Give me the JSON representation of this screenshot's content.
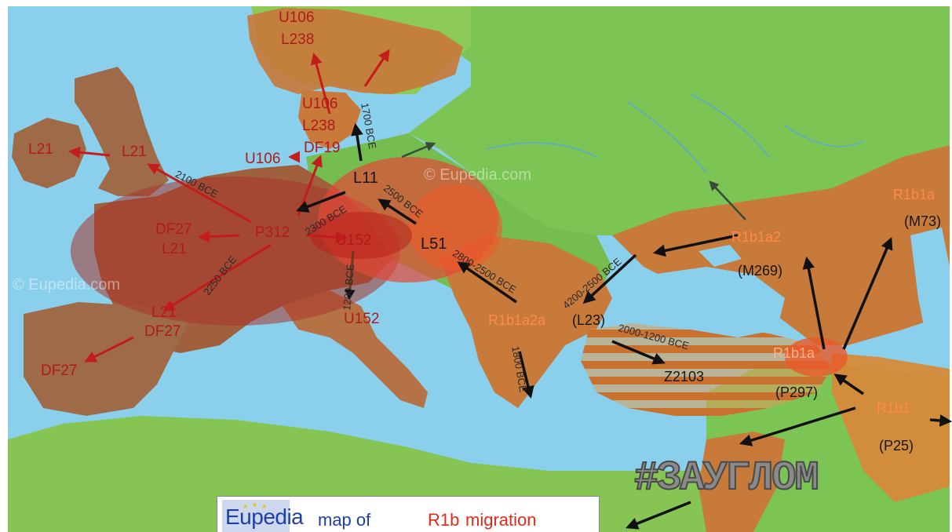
{
  "title": "map of R1b migration",
  "brand": "Eupedia",
  "title_parts": {
    "map_of": "map of",
    "r1b": "R1b",
    "migration": "migration"
  },
  "watermark": "#ЗАУГЛОМ",
  "map_watermark": "© Eupedia.com",
  "labels": {
    "u106_north": "U106",
    "l238_north": "L238",
    "u106_mid": "U106",
    "l238_mid": "L238",
    "df19": "DF19",
    "u106_west": "U106",
    "l21_ireland": "L21",
    "l21_britain": "L21",
    "l11": "L11",
    "p312": "P312",
    "u152_alps": "U152",
    "df27_france": "DF27",
    "l21_france": "L21",
    "l21_spain": "L21",
    "df27_spain_n": "DF27",
    "df27_spain": "DF27",
    "u152_italy": "U152",
    "l51": "L51",
    "r1b1a2a": "R1b1a2a",
    "l23": "(L23)",
    "z2103": "Z2103",
    "r1b1a2": "R1b1a2",
    "m269": "(M269)",
    "r1b1a": "R1b1a",
    "m73": "(M73)",
    "r1b1a_anatolia": "R1b1a",
    "p297": "(P297)",
    "r1b1": "R1b1",
    "p25": "(P25)"
  },
  "dates": {
    "d1700": "1700 BCE",
    "d2100": "2100 BCE",
    "d2300": "2300 BCE",
    "d2500": "2500 BCE",
    "d2250": "2250 BCE",
    "d1200": "1200 BCE",
    "d2800": "2800-2500 BCE",
    "d4200": "4200-2500 BCE",
    "d2000": "2000-1200 BCE",
    "d1800": "1800 BCE"
  },
  "colors": {
    "sea": "#8ad0ec",
    "land": "#6fbf4a",
    "r1b_area": "#c77a3a",
    "core_red": "#d84a3a",
    "arrow_red": "#c41c1c",
    "arrow_black": "#111111"
  }
}
